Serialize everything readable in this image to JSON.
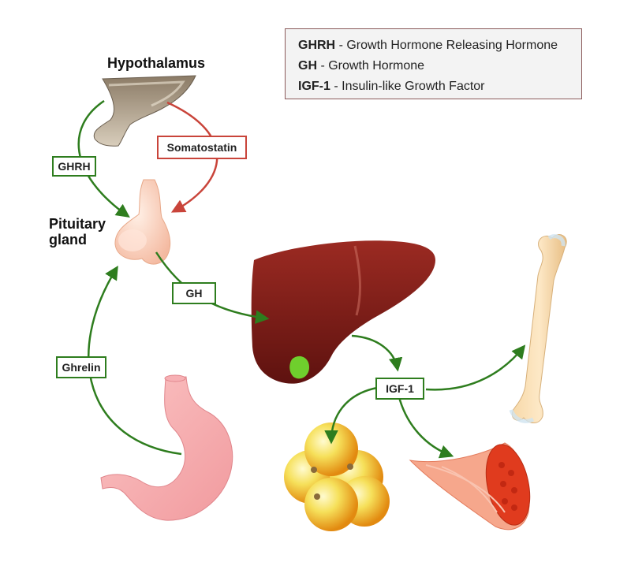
{
  "legend": [
    {
      "abbr": "GHRH",
      "text": "- Growth Hormone Releasing Hormone"
    },
    {
      "abbr": "GH",
      "text": "- Growth Hormone"
    },
    {
      "abbr": "IGF-1",
      "text": "- Insulin-like Growth Factor"
    }
  ],
  "organs": {
    "hypothalamus": "Hypothalamus",
    "pituitary_line1": "Pituitary",
    "pituitary_line2": "gland"
  },
  "signals": {
    "ghrh": "GHRH",
    "somatostatin": "Somatostatin",
    "gh": "GH",
    "ghrelin": "Ghrelin",
    "igf1": "IGF-1"
  },
  "colors": {
    "stimulate": "#2e7d1e",
    "inhibit": "#c9443a"
  }
}
